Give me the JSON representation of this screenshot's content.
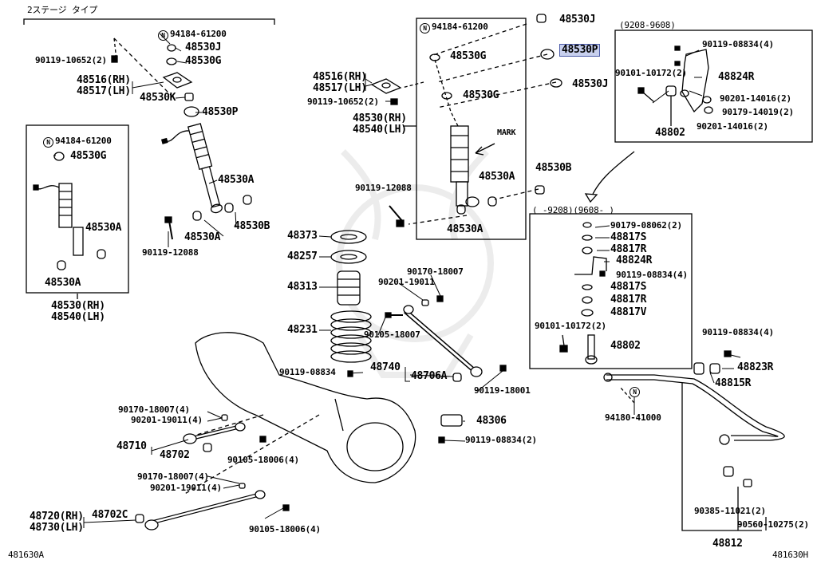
{
  "diagram": {
    "header": "2ステージ タイプ",
    "footer_left": "481630A",
    "footer_right": "481630H",
    "highlight_color": "#c8d0ee"
  },
  "parts": {
    "n94184_a": "94184-61200",
    "p48530J_a": "48530J",
    "p48530G_a": "48530G",
    "n90119_10652_a": "90119-10652(2)",
    "p48516_a": "48516(RH)",
    "p48517_a": "48517(LH)",
    "p48530K": "48530K",
    "p48530P_a": "48530P",
    "n94184_b": "94184-61200",
    "p48530G_b": "48530G",
    "p48530A_a": "48530A",
    "p48530A_b": "48530A",
    "p48530A_c": "48530A",
    "p48530B_a": "48530B",
    "n90119_12088_a": "90119-12088",
    "p48530A_d": "48530A",
    "p48530_rh_a": "48530(RH)",
    "p48540_lh_a": "48540(LH)",
    "n94184_c": "94184-61200",
    "p48530J_b": "48530J",
    "p48530G_c": "48530G",
    "p48530P_hl": "48530P",
    "p48516_b": "48516(RH)",
    "p48517_b": "48517(LH)",
    "n90119_10652_b": "90119-10652(2)",
    "p48530J_c": "48530J",
    "p48530G_d": "48530G",
    "p48530_rh_b": "48530(RH)",
    "p48540_lh_b": "48540(LH)",
    "mark": "MARK",
    "p48530A_e": "48530A",
    "p48530B_b": "48530B",
    "n90119_12088_b": "90119-12088",
    "p48530A_f": "48530A",
    "range_a": "(9208-9608)",
    "n90119_08834_a": "90119-08834(4)",
    "p48824R_a": "48824R",
    "n90101_10172_a": "90101-10172(2)",
    "n90201_14016_a": "90201-14016(2)",
    "n90179_14019": "90179-14019(2)",
    "p48802_a": "48802",
    "n90201_14016_b": "90201-14016(2)",
    "range_b": "(    -9208)(9608-    )",
    "n90179_08062": "90179-08062(2)",
    "p48817S_a": "48817S",
    "p48817R_a": "48817R",
    "p48824R_b": "48824R",
    "n90119_08834_b": "90119-08834(4)",
    "p48817S_b": "48817S",
    "p48817R_b": "48817R",
    "p48817V": "48817V",
    "n90101_10172_b": "90101-10172(2)",
    "p48802_b": "48802",
    "p48373": "48373",
    "p48257": "48257",
    "p48313": "48313",
    "p48231": "48231",
    "n90170_18007_a": "90170-18007",
    "n90201_19011_a": "90201-19011",
    "n90105_18007": "90105-18007",
    "n90119_08834_c": "90119-08834",
    "p48740": "48740",
    "p48706A": "48706A",
    "n90119_18001": "90119-18001",
    "p48306": "48306",
    "n90119_08834_d": "90119-08834(2)",
    "n90170_18007_b": "90170-18007(4)",
    "n90201_19011_b": "90201-19011(4)",
    "p48710": "48710",
    "p48702": "48702",
    "n90105_18006_a": "90105-18006(4)",
    "n90170_18007_c": "90170-18007(4)",
    "n90201_19011_c": "90201-19011(4)",
    "p48720": "48720(RH)",
    "p48730": "48730(LH)",
    "p48702C": "48702C",
    "n90105_18006_b": "90105-18006(4)",
    "n90119_08834_e": "90119-08834(4)",
    "p48823R": "48823R",
    "p48815R": "48815R",
    "n94180_41000": "94180-41000",
    "n90385_11021": "90385-11021(2)",
    "n90560_10275": "90560-10275(2)",
    "p48812": "48812",
    "nmark": "N"
  }
}
